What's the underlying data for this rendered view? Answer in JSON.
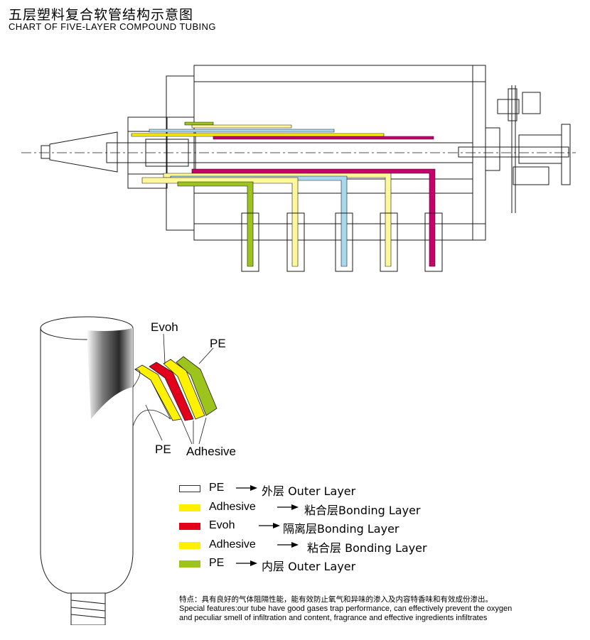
{
  "title": {
    "cn": "五层塑料复合软管结构示意图",
    "en": "CHART OF FIVE-LAYER COMPOUND TUBING"
  },
  "tube_labels": {
    "evoh": "Evoh",
    "pe_outer": "PE",
    "pe_inner": "PE",
    "adhesive": "Adhesive"
  },
  "legend": [
    {
      "color": "#ffffff",
      "name": "PE",
      "desc": "外层 Outer Layer"
    },
    {
      "color": "#ffef00",
      "name": "Adhesive",
      "desc": "粘合层Bonding Layer"
    },
    {
      "color": "#e2001a",
      "name": "Evoh",
      "desc": "隔离层Bonding Layer"
    },
    {
      "color": "#ffef00",
      "name": "Adhesive",
      "desc": "粘合层 Bonding Layer"
    },
    {
      "color": "#9dc31d",
      "name": "PE",
      "desc": "内层 Outer Layer"
    }
  ],
  "features": {
    "cn": "特点：具有良好的气体阻隔性能，能有效防止氧气和异味的渗入及内容特香味和有效成份渗出。",
    "en_line1": "Special features:our tube  have good gases trap performance, can effectively prevent the oxygen",
    "en_line2": " and peculiar smell of infiltration and content, fragrance and effective ingredients infiltrates"
  },
  "colors": {
    "green": "#9dc31d",
    "yellow": "#fff200",
    "light_yellow": "#fff79a",
    "blue": "#a8d8ee",
    "magenta": "#c8006e",
    "red": "#e2001a",
    "line": "#1a1a1a"
  }
}
